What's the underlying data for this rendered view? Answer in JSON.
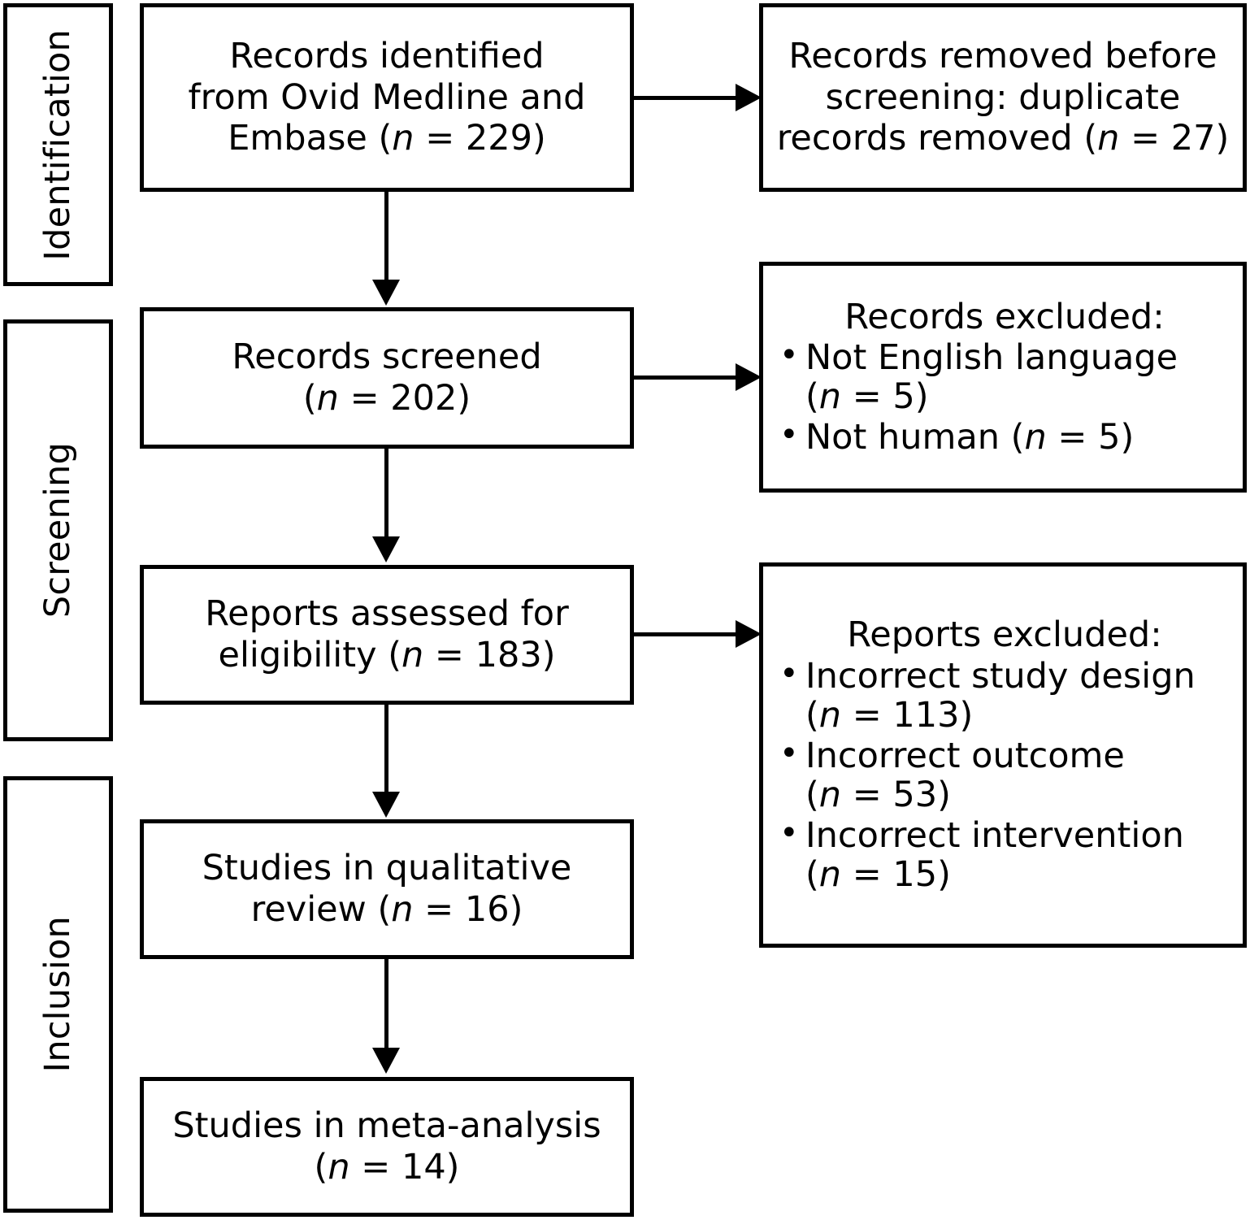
{
  "diagram": {
    "type": "prisma-flow-diagram",
    "stages": [
      {
        "key": "identification",
        "label": "Identification"
      },
      {
        "key": "screening",
        "label": "Screening"
      },
      {
        "key": "inclusion",
        "label": "Inclusion"
      }
    ],
    "main_boxes": [
      {
        "key": "records-identified",
        "lines": [
          {
            "text": "Records identified"
          },
          {
            "text": "from Ovid Medline and"
          },
          {
            "pre": "Embase (",
            "italic": "n",
            "post": " = 229)"
          }
        ]
      },
      {
        "key": "records-screened",
        "lines": [
          {
            "text": "Records screened"
          },
          {
            "pre": "(",
            "italic": "n",
            "post": " = 202)"
          }
        ]
      },
      {
        "key": "reports-assessed",
        "lines": [
          {
            "text": "Reports assessed for"
          },
          {
            "pre": "eligibility (",
            "italic": "n",
            "post": " = 183)"
          }
        ]
      },
      {
        "key": "studies-qualitative",
        "lines": [
          {
            "text": "Studies in qualitative"
          },
          {
            "pre": "review (",
            "italic": "n",
            "post": " = 16)"
          }
        ]
      },
      {
        "key": "studies-meta-analysis",
        "lines": [
          {
            "text": "Studies in meta-analysis"
          },
          {
            "pre": "(",
            "italic": "n",
            "post": " = 14)"
          }
        ]
      }
    ],
    "side_boxes": [
      {
        "key": "records-removed",
        "style": "plain",
        "lines": [
          {
            "text": "Records removed before"
          },
          {
            "text": "screening: duplicate"
          },
          {
            "pre": "records removed (",
            "italic": "n",
            "post": " = 27)"
          }
        ]
      },
      {
        "key": "records-excluded",
        "style": "bulleted",
        "title": "Records excluded:",
        "items": [
          {
            "line1": "Not English language",
            "pre2": "(",
            "italic2": "n",
            "post2": " = 5)"
          },
          {
            "line1_pre": "Not human (",
            "line1_italic": "n",
            "line1_post": " = 5)"
          }
        ]
      },
      {
        "key": "reports-excluded",
        "style": "bulleted",
        "title": "Reports excluded:",
        "items": [
          {
            "line1": "Incorrect study design",
            "pre2": "(",
            "italic2": "n",
            "post2": " = 113)"
          },
          {
            "line1": "Incorrect outcome",
            "pre2": "(",
            "italic2": "n",
            "post2": " = 53)"
          },
          {
            "line1": "Incorrect intervention",
            "pre2": "(",
            "italic2": "n",
            "post2": " = 15)"
          }
        ]
      }
    ],
    "colors": {
      "stroke": "#000000",
      "background": "#ffffff",
      "text": "#000000"
    }
  }
}
